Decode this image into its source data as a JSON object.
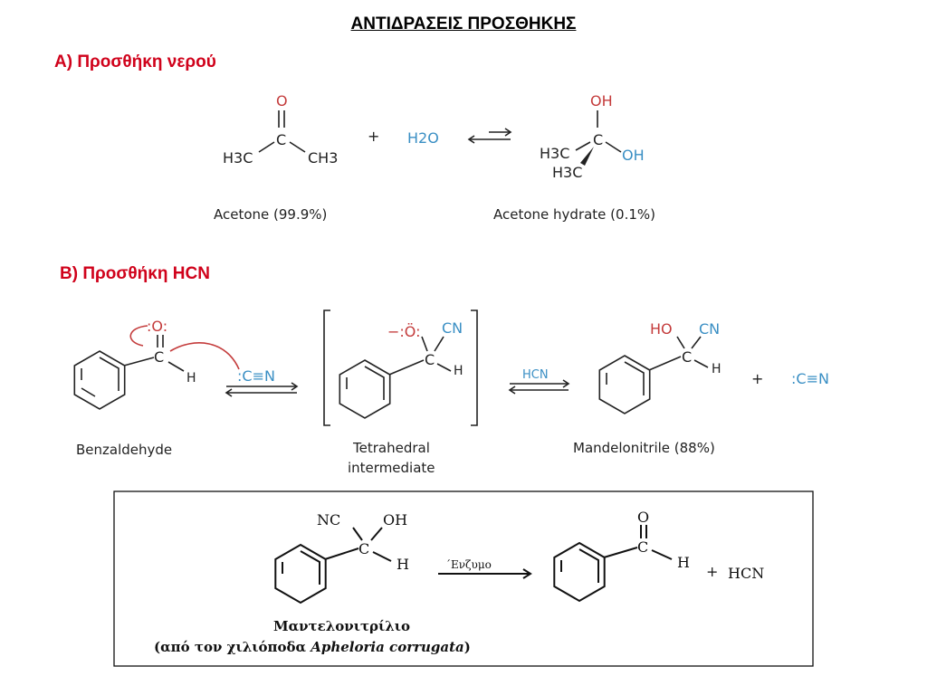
{
  "page": {
    "title": "ΑΝΤΙΔΡΑΣΕΙΣ ΠΡΟΣΘΗΚΗΣ",
    "section_a": "A) Προσθήκη νερού",
    "section_b": "B) Προσθήκη HCN"
  },
  "reaction_a": {
    "reactant_caption": "Acetone (99.9%)",
    "product_caption": "Acetone hydrate (0.1%)",
    "plus": "+",
    "labels": {
      "O": "O",
      "C": "C",
      "H3C": "H3C",
      "CH3": "CH3",
      "H2O": "H2O",
      "OH": "OH"
    }
  },
  "reaction_b": {
    "benzaldehyde_caption": "Benzaldehyde",
    "intermediate_caption_1": "Tetrahedral",
    "intermediate_caption_2": "intermediate",
    "product_caption": "Mandelonitrile (88%)",
    "reagent_cyanide": ":C≡N",
    "reagent_hcn": "HCN",
    "plus": "+",
    "labels": {
      "O": ":O:",
      "Ominus": "−:Ö:",
      "C": "C",
      "H": "H",
      "CN": "CN",
      "HO": "HO"
    }
  },
  "box": {
    "name": "Μαντελονιτρίλιο",
    "source_prefix": "(από τον χιλιόποδα ",
    "source_species": "Apheloria corrugata",
    "source_suffix": ")",
    "enzyme": "΄Ενζυμο",
    "plus": "+",
    "hcn": "HCN",
    "labels": {
      "NC": "NC",
      "OH": "OH",
      "C": "C",
      "H": "H",
      "O": "O"
    }
  },
  "colors": {
    "heading_red": "#d0021b",
    "oxygen_red": "#c43c3c",
    "reagent_blue": "#3a8fc4"
  }
}
